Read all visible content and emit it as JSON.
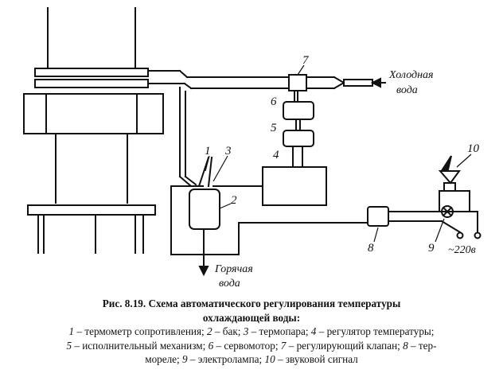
{
  "labels": {
    "n1": "1",
    "n2": "2",
    "n3": "3",
    "n4": "4",
    "n5": "5",
    "n6": "6",
    "n7": "7",
    "n8": "8",
    "n9": "9",
    "n10": "10",
    "cold_line1": "Холодная",
    "cold_line2": "вода",
    "hot_line1": "Горячая",
    "hot_line2": "вода",
    "voltage": "~220в"
  },
  "caption": {
    "title_line1": "Рис. 8.19. Схема автоматического регулирования температуры",
    "title_line2": "охлаждающей воды:",
    "legend": [
      {
        "num": "1",
        "text": " – термометр сопротивления; "
      },
      {
        "num": "2",
        "text": " – бак; "
      },
      {
        "num": "3",
        "text": " – термопара; "
      },
      {
        "num": "4",
        "text": " – регулятор температуры;"
      },
      {
        "num": "5",
        "text": " – исполнительный механизм; "
      },
      {
        "num": "6",
        "text": " – сервомотор; "
      },
      {
        "num": "7",
        "text": " – регулирующий клапан; "
      },
      {
        "num": "8",
        "text": " – тер-"
      },
      {
        "pre": "мореле; ",
        "num": "9",
        "text": " – электролампа; "
      },
      {
        "num": "10",
        "text": " – звуковой сигнал"
      }
    ]
  }
}
